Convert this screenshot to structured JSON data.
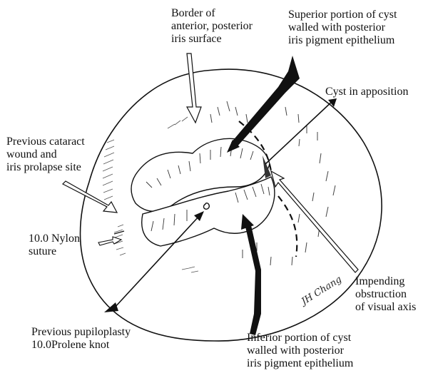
{
  "labels": {
    "border": [
      "Border of",
      "anterior, posterior",
      "iris surface"
    ],
    "superior": [
      "Superior portion of cyst",
      "walled with posterior",
      "iris pigment epithelium"
    ],
    "cyst_apposition": [
      "Cyst in apposition"
    ],
    "cataract": [
      "Previous cataract",
      "wound and",
      "iris prolapse site"
    ],
    "nylon": [
      "10.0 Nylon",
      "suture"
    ],
    "impending": [
      "Impending",
      "obstruction",
      "of visual axis"
    ],
    "pupiloplasty": [
      "Previous pupiloplasty",
      "10.0Prolene knot"
    ],
    "inferior": [
      "Inferior portion of cyst",
      "walled with posterior",
      "iris pigment epithelium"
    ]
  },
  "signature": "JH Chang"
}
